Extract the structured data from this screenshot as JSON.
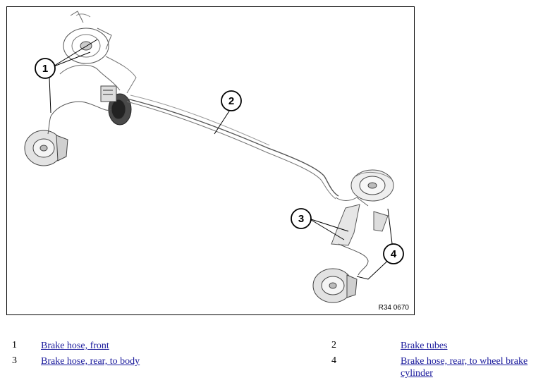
{
  "figure": {
    "reference": "R34 0670",
    "callouts": [
      "1",
      "2",
      "3",
      "4"
    ]
  },
  "legend": [
    {
      "number": "1",
      "label": "Brake hose, front"
    },
    {
      "number": "2",
      "label": "Brake tubes"
    },
    {
      "number": "3",
      "label": "Brake hose, rear, to body"
    },
    {
      "number": "4",
      "label": "Brake hose, rear, to wheel brake cylinder"
    }
  ]
}
